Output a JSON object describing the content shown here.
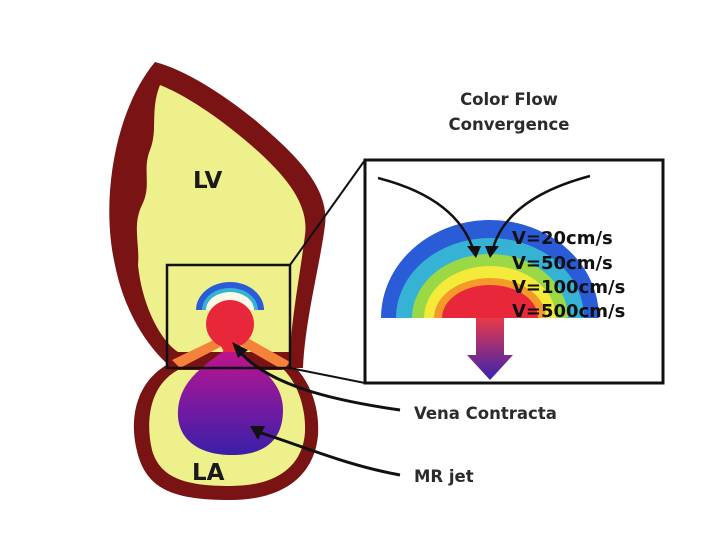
{
  "labels": {
    "lv": "LV",
    "la": "LA",
    "title_line1": "Color Flow",
    "title_line2": "Convergence",
    "vena_contracta": "Vena Contracta",
    "mr_jet": "MR jet"
  },
  "velocities": [
    "V=20cm/s",
    "V=50cm/s",
    "V=100cm/s",
    "V=500cm/s"
  ],
  "colors": {
    "chamber_wall": "#7a1414",
    "chamber_fill": "#eef08c",
    "shell_blue": "#2a5cd8",
    "shell_cyan": "#35b2d4",
    "shell_green": "#9ad846",
    "shell_yellow": "#f4ea3a",
    "shell_orange": "#f59a2a",
    "shell_red": "#e8283a",
    "jet_top": "#c0148a",
    "jet_bottom": "#3a1fa8",
    "arrow_top": "#e83a4a",
    "arrow_bottom": "#3a22b0"
  }
}
